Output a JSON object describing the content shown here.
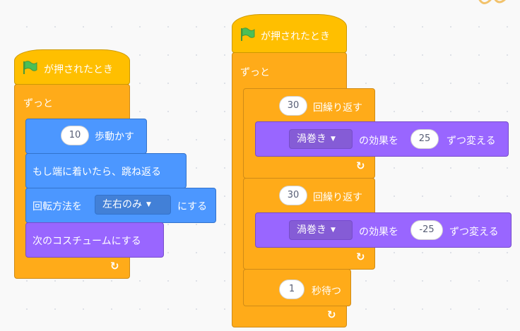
{
  "colors": {
    "events": "#ffbf00",
    "control": "#ffab19",
    "motion": "#4c97ff",
    "looks": "#9966ff",
    "input_text": "#575e75"
  },
  "icons": {
    "flag": "green-flag-icon",
    "loop_arrow": "loop-arrow-icon",
    "dropdown": "dropdown-arrow-icon"
  },
  "script1": {
    "hat_label": "が押されたとき",
    "forever_label": "ずっと",
    "move": {
      "value": "10",
      "label": "歩動かす"
    },
    "bounce_label": "もし端に着いたら、跳ね返る",
    "rotation": {
      "prefix": "回転方法を",
      "dropdown": "左右のみ",
      "suffix": "にする"
    },
    "next_costume_label": "次のコスチュームにする",
    "loop_arrow": "↻"
  },
  "script2": {
    "hat_label": "が押されたとき",
    "forever_label": "ずっと",
    "repeat1": {
      "count": "30",
      "label": "回繰り返す",
      "effect": {
        "dropdown": "渦巻き",
        "mid": "の効果を",
        "value": "25",
        "suffix": "ずつ変える"
      }
    },
    "repeat2": {
      "count": "30",
      "label": "回繰り返す",
      "effect": {
        "dropdown": "渦巻き",
        "mid": "の効果を",
        "value": "-25",
        "suffix": "ずつ変える"
      }
    },
    "wait": {
      "value": "1",
      "label": "秒待つ"
    },
    "loop_arrow": "↻"
  }
}
